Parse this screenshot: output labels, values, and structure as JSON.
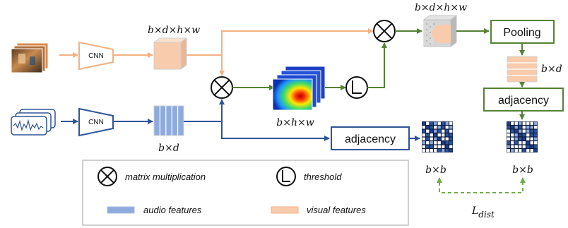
{
  "labels": {
    "cnn_visual": "CNN",
    "cnn_audio": "CNN",
    "visual_dims": "b×d×h×w",
    "audio_dims": "b×d",
    "map_dims": "b×h×w",
    "masked_dims": "b×d×h×w",
    "pooled_dims": "b×d",
    "pooling": "Pooling",
    "adjacency_top": "adjacency",
    "adjacency_bottom": "adjacency",
    "matrix_left_dims": "b×b",
    "matrix_right_dims": "b×b",
    "loss_main": "L",
    "loss_sub": "dist"
  },
  "legend": {
    "matrix_multiplication": "matrix multiplication",
    "threshold": "threshold",
    "audio_features": "audio features",
    "visual_features": "visual features"
  },
  "colors": {
    "visual": "#f4b183",
    "visual_fill": "#f8cbad",
    "audio": "#2f5597",
    "audio_fill": "#8faadc",
    "green": "#548235",
    "dashed_green": "#70ad47"
  },
  "icons": {
    "multiply": "circle-times-icon",
    "threshold": "circle-step-icon"
  }
}
